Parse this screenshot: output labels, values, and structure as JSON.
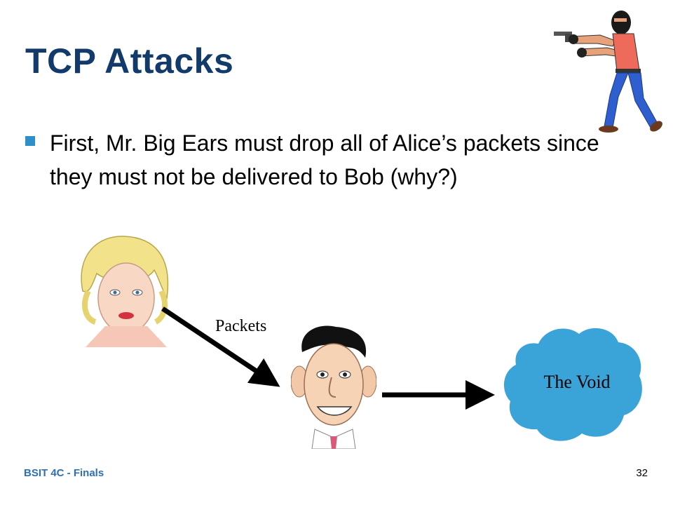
{
  "slide": {
    "title": "TCP Attacks",
    "bullet": "First, Mr. Big Ears must drop all of Alice’s packets since they must not be delivered to Bob (why?)",
    "packets_label": "Packets",
    "cloud_label": "The Void",
    "footer_left": "BSIT 4C - Finals",
    "page_number": "32"
  },
  "colors": {
    "title": "#123a6b",
    "bullet": "#2e8fc9",
    "cloud": "#3aa3d8",
    "footer": "#2e6fb5"
  },
  "icons": {
    "attacker": "masked-gunman-icon",
    "alice": "alice-face-icon",
    "bob": "big-ears-face-icon",
    "void": "cloud-shape"
  }
}
